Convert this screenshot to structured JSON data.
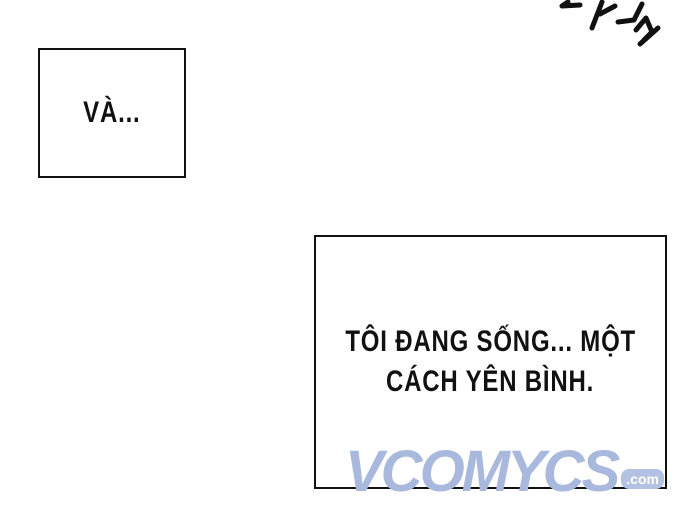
{
  "captions": {
    "first": "VÀ...",
    "second_line1": "TÔI ĐANG SỐNG... MỘT",
    "second_line2": "CÁCH YÊN BÌNH."
  },
  "watermark": {
    "name": "VCOMYCS",
    "suffix": ".com",
    "color": "#a9b9dd"
  },
  "sound_effect": {
    "icon": "handwritten-sfx-strokes"
  }
}
